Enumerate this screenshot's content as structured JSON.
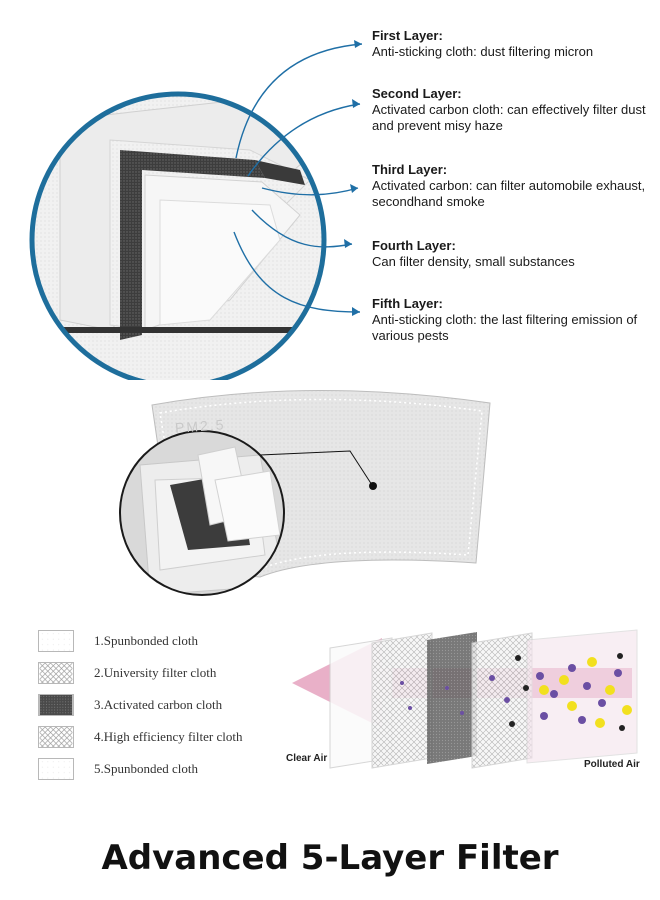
{
  "layers": [
    {
      "title": "First Layer:",
      "desc": "Anti-sticking cloth: dust filtering micron"
    },
    {
      "title": "Second Layer:",
      "desc": "Activated carbon cloth: can effectively filter dust and prevent misy haze"
    },
    {
      "title": "Third Layer:",
      "desc": "Activated carbon: can filter automobile exhaust, secondhand smoke"
    },
    {
      "title": "Fourth Layer:",
      "desc": "Can filter density, small substances"
    },
    {
      "title": "Fifth Layer:",
      "desc": "Anti-sticking cloth: the last filtering emission of various pests"
    }
  ],
  "pad": {
    "print_text": "PM2.5"
  },
  "legend": [
    {
      "label": "1.Spunbonded cloth",
      "pattern": "plain"
    },
    {
      "label": "2.University filter cloth",
      "pattern": "mesh"
    },
    {
      "label": "3.Activated carbon cloth",
      "pattern": "carbon"
    },
    {
      "label": "4.High efficiency filter cloth",
      "pattern": "mesh"
    },
    {
      "label": "5.Spunbonded cloth",
      "pattern": "plain"
    }
  ],
  "flow": {
    "clear_label": "Clear Air",
    "polluted_label": "Polluted Air"
  },
  "footer": {
    "title": "Advanced 5-Layer Filter"
  },
  "colors": {
    "arrow_blue": "#1f6fa6",
    "circle_blue": "#1e6e9c",
    "flow_pink": "#e7a7c2",
    "carbon": "#3a3a3a"
  }
}
